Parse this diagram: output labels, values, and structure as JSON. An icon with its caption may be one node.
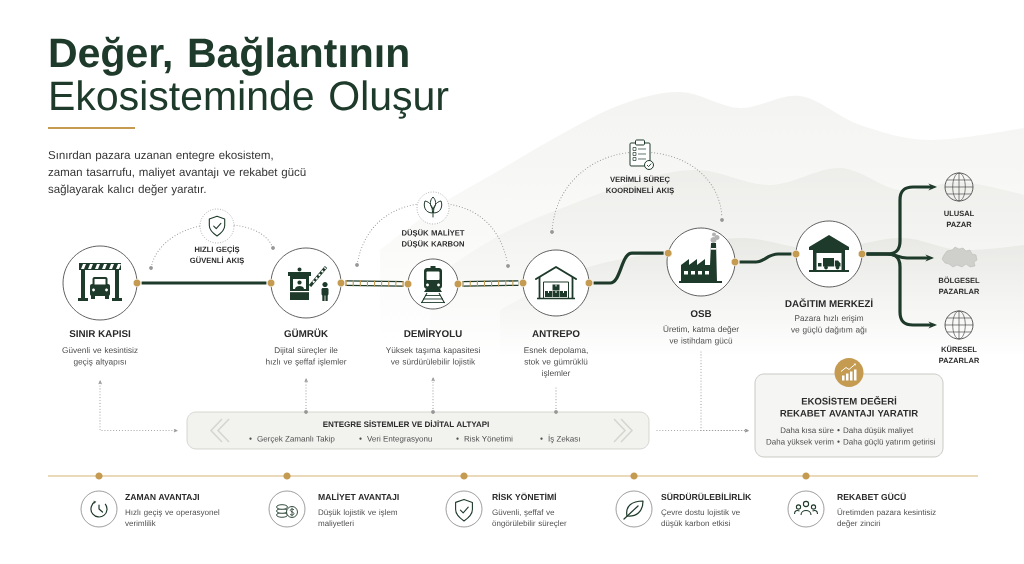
{
  "diagram": {
    "title": "**Değer, Bağlantının** Ekosisteminde Oluşur",
    "nodes": [
      {
        "text": [
          "SINIR KAPISI",
          "Güvenli ve kesintisiz geçiş altyapısı"
        ]
      },
      {
        "text": [
          "GÜMRÜK",
          "Dijital süreçler ile hızlı ve şeffaf işlemler"
        ]
      },
      {
        "text": [
          "DEMİRYOLU",
          "Yüksek taşıma kapasitesi ve sürdürülebilir lojistik"
        ]
      },
      {
        "text": [
          "ANTREPO",
          "Esnek depolama, stok ve gümrüklü işlemler"
        ]
      },
      {
        "text": [
          "OSB",
          "Üretim, katma değer ve istihdam gücü"
        ]
      },
      {
        "text": [
          "DAĞITIM MERKEZİ",
          "Pazara hızlı erişim ve güçlü dağıtım ağı"
        ]
      },
      {
        "text": [
          "ULUSAL PAZAR"
        ]
      },
      {
        "text": [
          "BÖLGESEL PAZARLAR"
        ]
      },
      {
        "text": [
          "KÜRESEL PAZARLAR"
        ]
      },
      {
        "text": [
          "ENTEGRE SİSTEMLER VE DİJİTAL ALTYAPI",
          "Gerçek Zamanlı Takip",
          "Veri Entegrasyonu",
          "Risk Yönetimi",
          "İş Zekası"
        ]
      },
      {
        "text": [
          "EKOSİSTEM DEĞERİ REKABET AVANTAJI YARATIR",
          "Daha kısa süre",
          "Daha düşük maliyet",
          "Daha yüksek verim",
          "Daha güçlü yatırım getirisi"
        ]
      },
      {
        "text": [
          "ZAMAN AVANTAJI",
          "Hızlı geçiş ve operasyonel verimlilik"
        ]
      },
      {
        "text": [
          "MALİYET AVANTAJI",
          "Düşük lojistik ve işlem maliyetleri"
        ]
      },
      {
        "text": [
          "RİSK YÖNETİMİ",
          "Güvenli, şeffaf ve öngörülebilir süreçler"
        ]
      },
      {
        "text": [
          "SÜRDÜRÜLEBİLİRLİK",
          "Çevre dostu lojistik ve düşük karbon etkisi"
        ]
      },
      {
        "text": [
          "REKABET GÜCÜ",
          "Üretimden pazara kesintisiz değer zinciri"
        ]
      }
    ],
    "edges": [
      {
        "from": 0,
        "to": 1,
        "arrow": "none",
        "style": "thick",
        "color": "#1e3a2a"
      },
      {
        "from": 1,
        "to": 2,
        "arrow": "none",
        "style": "thick",
        "color": "#1e3a2a"
      },
      {
        "from": 2,
        "to": 3,
        "arrow": "none",
        "style": "thick",
        "color": "#1e3a2a"
      },
      {
        "from": 3,
        "to": 4,
        "arrow": "none",
        "style": "thick",
        "color": "#1e3a2a"
      },
      {
        "from": 4,
        "to": 5,
        "arrow": "none",
        "style": "thick",
        "color": "#1e3a2a"
      },
      {
        "from": 5,
        "to": 6,
        "arrow": "to",
        "style": "thick",
        "color": "#1e3a2a"
      },
      {
        "from": 5,
        "to": 7,
        "arrow": "to",
        "style": "thick",
        "color": "#1e3a2a"
      },
      {
        "from": 5,
        "to": 8,
        "arrow": "to",
        "style": "thick",
        "color": "#1e3a2a"
      },
      {
        "from": 0,
        "to": 1,
        "arrow": "none",
        "style": "dashed",
        "label": "HIZLI GEÇİŞ GÜVENLİ AKIŞ"
      },
      {
        "from": 1,
        "to": 3,
        "arrow": "none",
        "style": "dashed",
        "label": "DÜŞÜK MALİYET DÜŞÜK KARBON"
      },
      {
        "from": 3,
        "to": 4,
        "arrow": "none",
        "style": "dashed",
        "label": "VERİMLİ SÜREÇ KOORDİNELİ AKIŞ"
      },
      {
        "from": 0,
        "to": 9,
        "arrow": "both",
        "style": "dashed"
      },
      {
        "from": 9,
        "to": 1,
        "arrow": "to",
        "style": "dashed"
      },
      {
        "from": 9,
        "to": 2,
        "arrow": "to",
        "style": "dashed"
      },
      {
        "from": 9,
        "to": 3,
        "arrow": "none",
        "style": "dashed"
      },
      {
        "from": 9,
        "to": 10,
        "arrow": "to",
        "style": "dashed"
      },
      {
        "from": 4,
        "to": 10,
        "arrow": "to",
        "style": "dashed"
      }
    ],
    "labels": [
      "Sınırdan pazara uzanan entegre ekosistem, zaman tasarrufu, maliyet avantajı ve rekabet gücü sağlayarak kalıcı değer yaratır."
    ]
  }
}
